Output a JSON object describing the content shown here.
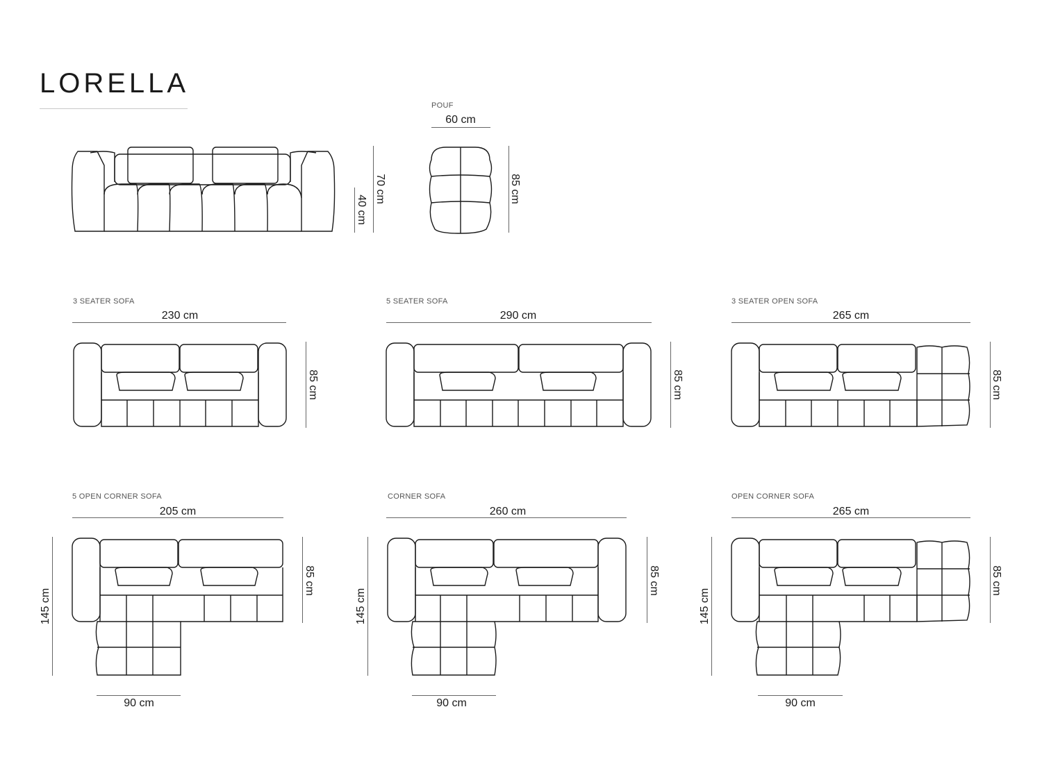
{
  "title": "LORELLA",
  "elevation": {
    "height_total": "70 cm",
    "seat_height": "40 cm"
  },
  "pouf": {
    "caption": "POUF",
    "width": "60 cm",
    "depth": "85 cm"
  },
  "sofas": [
    {
      "caption": "3 SEATER SOFA",
      "width": "230 cm",
      "depth": "85 cm"
    },
    {
      "caption": "5 SEATER SOFA",
      "width": "290 cm",
      "depth": "85 cm"
    },
    {
      "caption": "3 SEATER OPEN SOFA",
      "width": "265 cm",
      "depth": "85 cm"
    },
    {
      "caption": "5 OPEN CORNER SOFA",
      "width": "205 cm",
      "depth": "85 cm",
      "corner_depth": "145 cm",
      "corner_width": "90 cm"
    },
    {
      "caption": "CORNER SOFA",
      "width": "260 cm",
      "depth": "85 cm",
      "corner_depth": "145 cm",
      "corner_width": "90 cm"
    },
    {
      "caption": "OPEN CORNER SOFA",
      "width": "265 cm",
      "depth": "85 cm",
      "corner_depth": "145 cm",
      "corner_width": "90 cm"
    }
  ]
}
